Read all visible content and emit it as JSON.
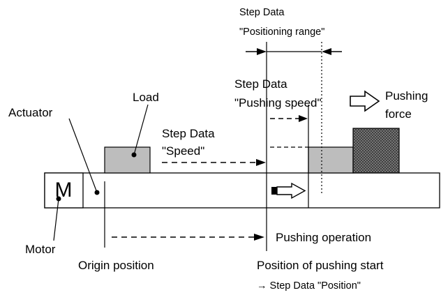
{
  "labels": {
    "step_data_range_title": "Step Data",
    "positioning_range": "\"Positioning range\"",
    "step_data_push_title": "Step Data",
    "pushing_speed": "\"Pushing speed\"",
    "pushing_force_1": "Pushing",
    "pushing_force_2": "force",
    "load": "Load",
    "actuator": "Actuator",
    "step_data_speed_title": "Step Data",
    "speed": "\"Speed\"",
    "motor_letter": "M",
    "pushing_operation": "Pushing operation",
    "motor": "Motor",
    "origin_position": "Origin position",
    "pushing_start": "Position of pushing start",
    "step_data_position": "→ Step Data \"Position\""
  },
  "colors": {
    "load_fill": "#bdbdbd",
    "object_fill": "#707070",
    "line": "#000000"
  }
}
